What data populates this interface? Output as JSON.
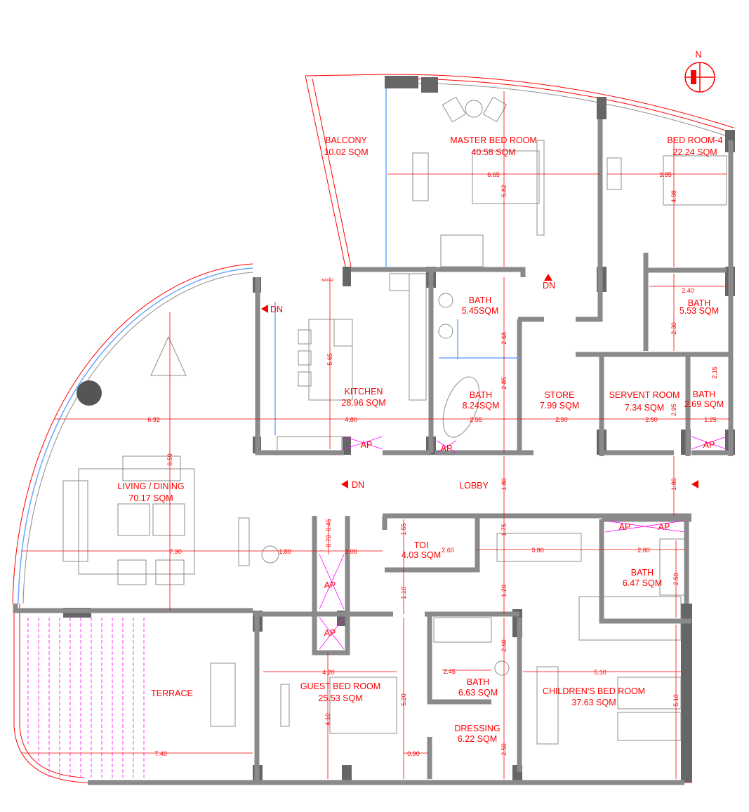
{
  "rooms": {
    "balcony": {
      "name": "BALCONY",
      "area": "10.02 SQM"
    },
    "master_bedroom": {
      "name": "MASTER BED ROOM",
      "area": "40.58 SQM"
    },
    "bedroom_4": {
      "name": "BED ROOM-4",
      "area": "22.24 SQM"
    },
    "bath_master_a": {
      "name": "BATH",
      "area": "5.45SQM"
    },
    "bath_bedroom_4": {
      "name": "BATH",
      "area": "5.53 SQM"
    },
    "kitchen": {
      "name": "KITCHEN",
      "area": "28.96 SQM"
    },
    "bath_master_b": {
      "name": "BATH",
      "area": "8.24SQM"
    },
    "store": {
      "name": "STORE",
      "area": "7.99 SQM"
    },
    "servant_room": {
      "name": "SERVENT ROOM",
      "area": "7.34 SQM"
    },
    "bath_servant": {
      "name": "BATH",
      "area": "2.69 SQM"
    },
    "living_dining": {
      "name": "LIVING / DINING",
      "area": "70.17 SQM"
    },
    "lobby": {
      "name": "LOBBY"
    },
    "toilet": {
      "name": "TOI",
      "area": "4.03 SQM"
    },
    "bath_lobby": {
      "name": "BATH",
      "area": "6.47 SQM"
    },
    "terrace": {
      "name": "TERRACE"
    },
    "guest_bedroom": {
      "name": "GUEST BED ROOM",
      "area": "25.53 SQM"
    },
    "bath_children": {
      "name": "BATH",
      "area": "6.63 SQM"
    },
    "childrens_bedroom": {
      "name": "CHILDREN'S BED ROOM",
      "area": "37.63 SQM"
    },
    "dressing": {
      "name": "DRESSING",
      "area": "6.22 SQM"
    }
  },
  "dimensions": {
    "master_width": "6.65",
    "master_depth": "5.82",
    "bed4_width": "3.85",
    "bed4_depth": "4.98",
    "bath_bed4_width": "2.40",
    "bath_bed4_depth": "2.30",
    "bath_master_a_depth": "2.68",
    "bath_master_b_depth": "2.85",
    "kitchen_depth": "5.65",
    "kitchen_width": "4.80",
    "living_width_top": "6.92",
    "living_depth": "9.59",
    "living_width": "7.30",
    "living_to_shaft": "1.80",
    "bath_master_b_width": "2.55",
    "store_width": "2.50",
    "servant_width": "2.50",
    "servant_depth": "2.95",
    "bath_servant_depth": "2.15",
    "bath_servant_width": "1.25",
    "lobby_depth": "1.80",
    "lobby_side": "1.80",
    "shaft_a": "0.45",
    "shaft_b": "0.70",
    "corridor_width": "2.00",
    "toi_depth": "1.55",
    "toi_width": "2.60",
    "corridor_depth": "1.75",
    "lobby_width": "3.80",
    "bath_lobby_width": "2.60",
    "bath_lobby_depth": "2.50",
    "corridor_gap": "1.10",
    "door_gap": "1.20",
    "guest_width": "4.20",
    "guest_depth": "5.20",
    "guest_depth_b": "4.10",
    "guest_door": "0.90",
    "bath_children_depth": "2.60",
    "bath_children_width": "2.45",
    "dressing_depth": "2.50",
    "children_width": "5.10",
    "children_depth": "5.10",
    "terrace_width": "7.40"
  },
  "markers": {
    "stairs_down": "DN",
    "shaft": "AP",
    "water": "WATER",
    "north": "N"
  },
  "colors": {
    "annotation": "#ff0000",
    "wall": "#8a8a8a",
    "column": "#666666",
    "glazing": "#6aa8ff",
    "pergola": "#ff33ff"
  }
}
